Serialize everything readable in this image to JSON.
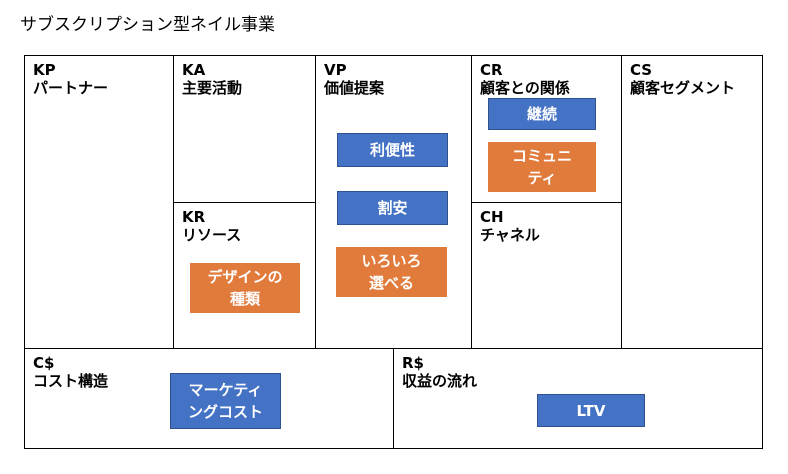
{
  "title": "サブスクリプション型ネイル事業",
  "blocks": {
    "kp": {
      "code": "KP",
      "label": "パートナー"
    },
    "ka": {
      "code": "KA",
      "label": "主要活動"
    },
    "kr": {
      "code": "KR",
      "label": "リソース"
    },
    "vp": {
      "code": "VP",
      "label": "価値提案"
    },
    "cr": {
      "code": "CR",
      "label": "顧客との関係"
    },
    "ch": {
      "code": "CH",
      "label": "チャネル"
    },
    "cs": {
      "code": "CS",
      "label": "顧客セグメント"
    },
    "cost": {
      "code": "C$",
      "label": "コスト構造"
    },
    "rev": {
      "code": "R$",
      "label": "収益の流れ"
    }
  },
  "notes": {
    "vp1": "利便性",
    "vp2": "割安",
    "vp3": "いろいろ\n選べる",
    "cr1": "継続",
    "cr2": "コミュニ\nティ",
    "kr1": "デザインの\n種類",
    "cost1": "マーケティ\nングコスト",
    "rev1": "LTV"
  },
  "colors": {
    "blue_note": "#4472c4",
    "orange_note": "#e07b3c"
  }
}
